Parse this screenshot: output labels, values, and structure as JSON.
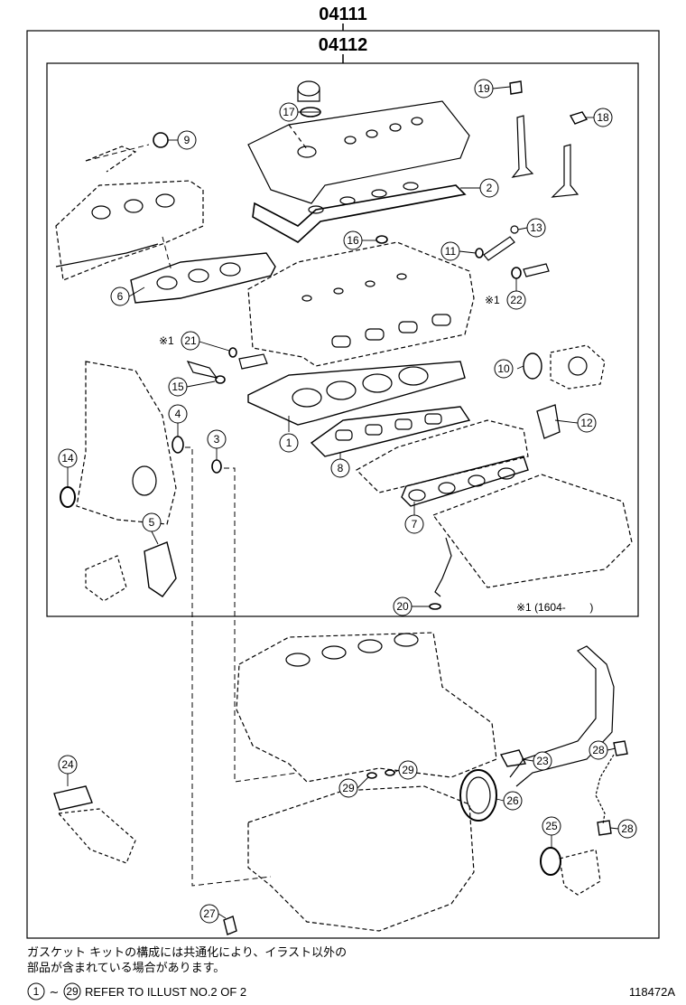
{
  "header": {
    "kit_code": "04111",
    "sub_kit_code": "04112"
  },
  "marks": {
    "ref1_mark": "※1",
    "ref1_range": "※1 (1604-        )"
  },
  "callouts": [
    {
      "num": "1"
    },
    {
      "num": "2"
    },
    {
      "num": "3"
    },
    {
      "num": "4"
    },
    {
      "num": "5"
    },
    {
      "num": "6"
    },
    {
      "num": "7"
    },
    {
      "num": "8"
    },
    {
      "num": "9"
    },
    {
      "num": "10"
    },
    {
      "num": "11"
    },
    {
      "num": "12"
    },
    {
      "num": "13"
    },
    {
      "num": "14"
    },
    {
      "num": "15"
    },
    {
      "num": "16"
    },
    {
      "num": "17"
    },
    {
      "num": "18"
    },
    {
      "num": "19"
    },
    {
      "num": "20"
    },
    {
      "num": "21"
    },
    {
      "num": "22"
    },
    {
      "num": "23"
    },
    {
      "num": "24"
    },
    {
      "num": "25"
    },
    {
      "num": "26"
    },
    {
      "num": "27"
    },
    {
      "num": "28"
    },
    {
      "num": "28"
    },
    {
      "num": "29"
    },
    {
      "num": "29"
    }
  ],
  "footer": {
    "note_line1": "ガスケット キットの構成には共通化により、イラスト以外の",
    "note_line2": "部品が含まれている場合があります。",
    "ref_start": "1",
    "ref_end": "29",
    "ref_text": "REFER TO ILLUST NO.2 OF 2",
    "illust_id": "118472A"
  }
}
